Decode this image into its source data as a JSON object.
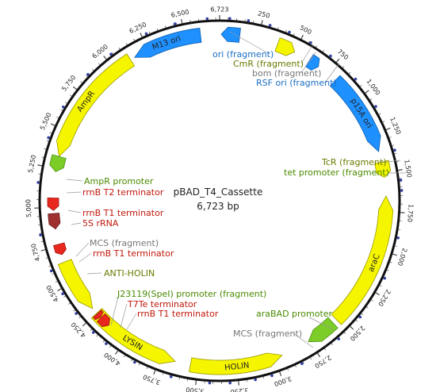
{
  "plasmid": {
    "name": "pBAD_T4_Cassette",
    "length_label": "6,723 bp",
    "total_bp": 6723
  },
  "colors": {
    "backbone": "#111111",
    "cds": "#f5f500",
    "ori": "#1e90ff",
    "promoter": "#7ccd28",
    "terminator": "#e8281e",
    "rrna": "#a03030",
    "misc": "#888888",
    "label_green": "#4a8a00",
    "label_red": "#c0180c",
    "label_blue": "#1a6fc4",
    "label_gray": "#777777",
    "label_olive": "#6b7a00",
    "enzyme": "#3040a0"
  },
  "tick_labels": [
    "250",
    "500",
    "750",
    "1,000",
    "1,250",
    "1,500",
    "1,750",
    "2,000",
    "2,250",
    "2,500",
    "2,750",
    "3,000",
    "3,250",
    "3,500",
    "3,750",
    "4,000",
    "4,250",
    "4,500",
    "4,750",
    "5,000",
    "5,250",
    "5,500",
    "5,750",
    "6,000",
    "6,250",
    "6,500",
    "6,723"
  ],
  "tick_positions": [
    250,
    500,
    750,
    1000,
    1250,
    1500,
    1750,
    2000,
    2250,
    2500,
    2750,
    3000,
    3250,
    3500,
    3750,
    4000,
    4250,
    4500,
    4750,
    5000,
    5250,
    5500,
    5750,
    6000,
    6250,
    6500,
    0
  ],
  "features": [
    {
      "id": "m13-ori",
      "name": "M13 ori",
      "type": "ori",
      "start": 6150,
      "end": 6600,
      "strand": -1,
      "label_inside": true
    },
    {
      "id": "p15a-ori",
      "name": "p15A ori",
      "type": "ori",
      "start": 820,
      "end": 1360,
      "strand": 1,
      "label_inside": true
    },
    {
      "id": "arac",
      "name": "araC",
      "type": "cds",
      "start": 1650,
      "end": 2530,
      "strand": -1,
      "label_inside": true
    },
    {
      "id": "holin",
      "name": "HOLIN",
      "type": "cds",
      "start": 2950,
      "end": 3550,
      "strand": -1,
      "label_inside": true
    },
    {
      "id": "lysin",
      "name": "LYSIN",
      "type": "cds",
      "start": 3650,
      "end": 4250,
      "strand": -1,
      "label_inside": true
    },
    {
      "id": "ampr",
      "name": "AmpR",
      "type": "cds",
      "start": 5330,
      "end": 6120,
      "strand": -1,
      "label_inside": true
    },
    {
      "id": "anti-holin",
      "name": "ANTI-HOLIN",
      "type": "cds",
      "start": 4290,
      "end": 4640,
      "strand": -1,
      "label_inside": false
    },
    {
      "id": "tcr",
      "name": "TcR (fragment)",
      "type": "cds",
      "start": 1430,
      "end": 1530,
      "strand": 1,
      "label_inside": false
    },
    {
      "id": "arabad",
      "name": "araBAD promoter",
      "type": "promoter",
      "start": 2560,
      "end": 2760,
      "strand": 1,
      "label_inside": false
    },
    {
      "id": "ampr-promoter",
      "name": "AmpR promoter",
      "type": "promoter",
      "start": 5230,
      "end": 5330,
      "strand": -1,
      "label_inside": false
    },
    {
      "id": "rrnb-t1-a",
      "name": "rrnB T1 terminator",
      "type": "terminator",
      "start": 4980,
      "end": 5060,
      "strand": -1,
      "label_inside": false
    },
    {
      "id": "rrna-5s",
      "name": "5S rRNA",
      "type": "rrna",
      "start": 4860,
      "end": 4960,
      "strand": -1,
      "label_inside": false
    },
    {
      "id": "rrnb-t1-b",
      "name": "rrnB T1 terminator",
      "type": "terminator",
      "start": 4690,
      "end": 4760,
      "strand": -1,
      "label_inside": false
    },
    {
      "id": "rrnb-t1-c",
      "name": "rrnB T1 terminator",
      "type": "terminator",
      "start": 4140,
      "end": 4210,
      "strand": -1,
      "label_inside": false
    },
    {
      "id": "t7te",
      "name": "T7Te terminator",
      "type": "terminator",
      "start": 4215,
      "end": 4245,
      "strand": -1,
      "label_inside": false
    },
    {
      "id": "ori-frag",
      "name": "ori (fragment)",
      "type": "ori",
      "start": 10,
      "end": 130,
      "strand": -1,
      "label_inside": false
    },
    {
      "id": "cmr-frag",
      "name": "CmR (fragment)",
      "type": "cds",
      "start": 380,
      "end": 500,
      "strand": 1,
      "label_inside": false
    },
    {
      "id": "rsf-ori",
      "name": "RSF ori (fragment)",
      "type": "ori",
      "start": 610,
      "end": 680,
      "strand": 1,
      "label_inside": false
    }
  ],
  "labels": [
    {
      "key": "ori_frag",
      "text": "ori (fragment)",
      "color": "label_blue"
    },
    {
      "key": "cmr_frag",
      "text": "CmR (fragment)",
      "color": "label_olive"
    },
    {
      "key": "bom_frag",
      "text": "bom (fragment)",
      "color": "label_gray"
    },
    {
      "key": "rsf_frag",
      "text": "RSF ori (fragment)",
      "color": "label_blue"
    },
    {
      "key": "tcr_frag",
      "text": "TcR (fragment)",
      "color": "label_olive"
    },
    {
      "key": "tet_prom",
      "text": "tet promoter (fragment)",
      "color": "label_green"
    },
    {
      "key": "ampr_prom",
      "text": "AmpR promoter",
      "color": "label_green"
    },
    {
      "key": "rrnb_t2",
      "text": "rrnB T2 terminator",
      "color": "label_red"
    },
    {
      "key": "rrnb_t1_a",
      "text": "rrnB T1 terminator",
      "color": "label_red"
    },
    {
      "key": "rrna_5s",
      "text": "5S rRNA",
      "color": "label_red"
    },
    {
      "key": "mcs_frag_left",
      "text": "MCS (fragment)",
      "color": "label_gray"
    },
    {
      "key": "rrnb_t1_b",
      "text": "rrnB T1 terminator",
      "color": "label_red"
    },
    {
      "key": "anti_holin",
      "text": "ANTI-HOLIN",
      "color": "label_olive"
    },
    {
      "key": "j23119",
      "text": "J23119(SpeI) promoter (fragment)",
      "color": "label_green"
    },
    {
      "key": "t7te",
      "text": "T7Te terminator",
      "color": "label_red"
    },
    {
      "key": "rrnb_t1_c",
      "text": "rrnB T1 terminator",
      "color": "label_red"
    },
    {
      "key": "arabad",
      "text": "araBAD promoter",
      "color": "label_green"
    },
    {
      "key": "mcs_frag_bottom",
      "text": "MCS (fragment)",
      "color": "label_gray"
    }
  ]
}
